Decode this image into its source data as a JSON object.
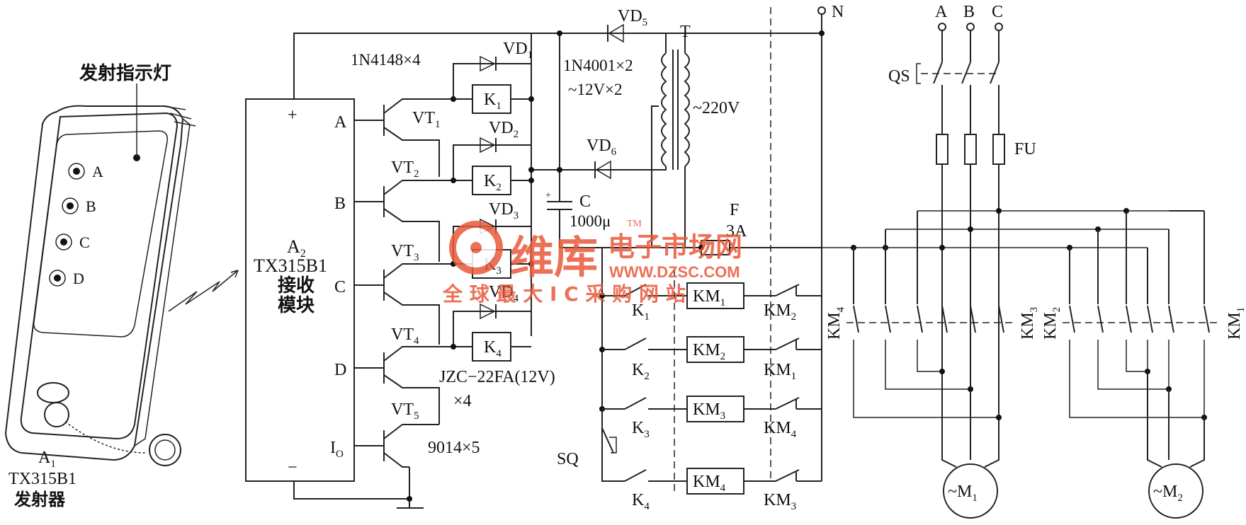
{
  "transmitter": {
    "indicator_label": "发射指示灯",
    "buttons": [
      "A",
      "B",
      "C",
      "D"
    ],
    "id_line1": "A",
    "id_line1_sub": "1",
    "id_line2": "TX315B1",
    "id_line3": "发射器"
  },
  "receiver": {
    "name": "A",
    "name_sub": "2",
    "model": "TX315B1",
    "desc1": "接收",
    "desc2": "模块",
    "plus": "+",
    "minus": "−",
    "pins": [
      "A",
      "B",
      "C",
      "D",
      "I"
    ],
    "pin_io_sub": "O"
  },
  "transistors": {
    "names": [
      "VT",
      "VT",
      "VT",
      "VT",
      "VT"
    ],
    "subs": [
      "1",
      "2",
      "3",
      "4",
      "5"
    ],
    "spec": "9014×5"
  },
  "diodes": {
    "names": [
      "VD",
      "VD",
      "VD",
      "VD"
    ],
    "subs": [
      "1",
      "2",
      "3",
      "4"
    ],
    "spec": "1N4148×4"
  },
  "relays": {
    "names": [
      "K",
      "K",
      "K",
      "K"
    ],
    "subs": [
      "1",
      "2",
      "3",
      "4"
    ],
    "spec_line1": "JZC−22FA(12V)",
    "spec_line2": "×4"
  },
  "power": {
    "vd5": "VD",
    "vd5_sub": "5",
    "vd6": "VD",
    "vd6_sub": "6",
    "rect_spec": "1N4001×2",
    "sec_spec": "~12V×2",
    "transformer": "T",
    "primary": "~220V",
    "cap": "C",
    "cap_plus": "+",
    "cap_spec": "1000μ",
    "fuse": "F",
    "fuse_spec": "3A",
    "neutral": "N"
  },
  "control": {
    "contacts": [
      "K",
      "K",
      "K",
      "K"
    ],
    "contact_subs": [
      "1",
      "2",
      "3",
      "4"
    ],
    "coils": [
      "KM",
      "KM",
      "KM",
      "KM"
    ],
    "coil_subs": [
      "1",
      "2",
      "3",
      "4"
    ],
    "interlocks": [
      "KM",
      "KM",
      "KM",
      "KM"
    ],
    "interlock_subs": [
      "2",
      "1",
      "4",
      "3"
    ],
    "limit_switch": "SQ"
  },
  "mains": {
    "phases": [
      "A",
      "B",
      "C"
    ],
    "switch": "QS",
    "fuses": "FU",
    "km4": "KM",
    "km4_sub": "4",
    "km3": "KM",
    "km3_sub": "3",
    "km2": "KM",
    "km2_sub": "2",
    "km1": "KM",
    "km1_sub": "1",
    "motor1": "~M",
    "motor1_sub": "1",
    "motor2": "~M",
    "motor2_sub": "2"
  },
  "watermark": {
    "brand": "维库",
    "name": "电子市场网",
    "url": "WWW.DZSC.COM",
    "slogan": "全 球 最 大 I C 采 购 网 站",
    "tm": "TM"
  },
  "colors": {
    "ink": "#111111",
    "watermark": "#e8593a"
  }
}
